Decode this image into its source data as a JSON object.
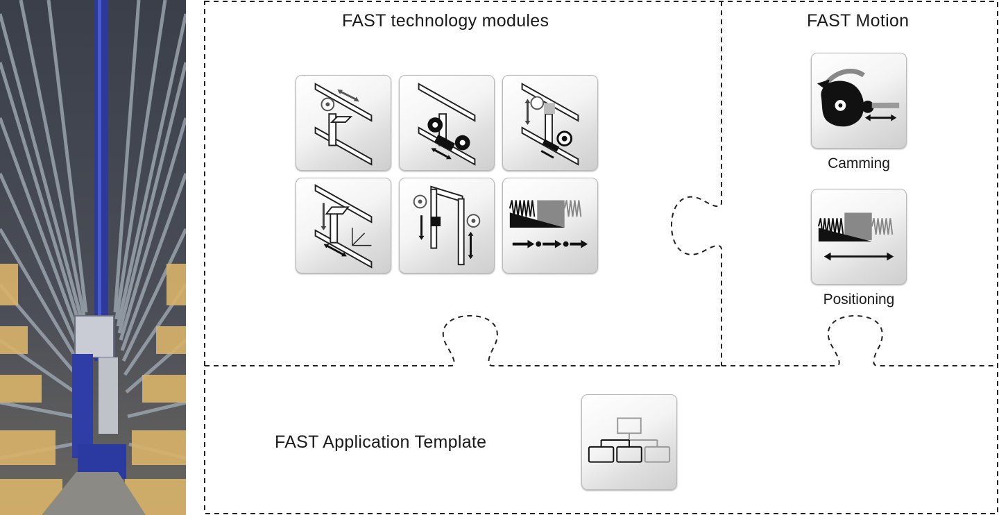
{
  "photo": {
    "description_icon": "warehouse-stacker-photo"
  },
  "sections": {
    "technology_modules": {
      "title": "FAST technology modules",
      "tiles": [
        "linear-axis-icon",
        "gantry-axis-icon",
        "lift-axis-icon",
        "xyz-axis-icon",
        "twin-lift-icon",
        "positioning-sequence-icon"
      ]
    },
    "motion": {
      "title": "FAST Motion",
      "items": [
        {
          "label": "Camming",
          "icon": "camming-icon"
        },
        {
          "label": "Positioning",
          "icon": "positioning-icon"
        }
      ]
    },
    "application_template": {
      "title": "FAST Application Template",
      "icon": "hierarchy-icon"
    }
  }
}
